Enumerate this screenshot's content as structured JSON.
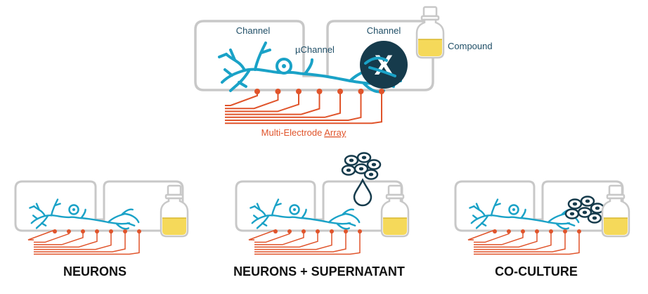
{
  "top": {
    "channel_left": "Channel",
    "channel_right": "Channel",
    "microchannel": "µChannel",
    "compound": "Compound",
    "x_mark": "X",
    "mea_prefix": "Multi-Electrode ",
    "mea_underlined": "Array"
  },
  "panels": [
    {
      "title": "NEURONS"
    },
    {
      "title": "NEURONS + SUPERNATANT"
    },
    {
      "title": "CO-CULTURE"
    }
  ],
  "colors": {
    "channel_outline": "#c8c8c8",
    "neuron": "#1aa2c7",
    "electrode": "#e0542b",
    "x_circle": "#163b4c",
    "vial_liquid": "#f5d95a",
    "cells": "#163b4c"
  }
}
